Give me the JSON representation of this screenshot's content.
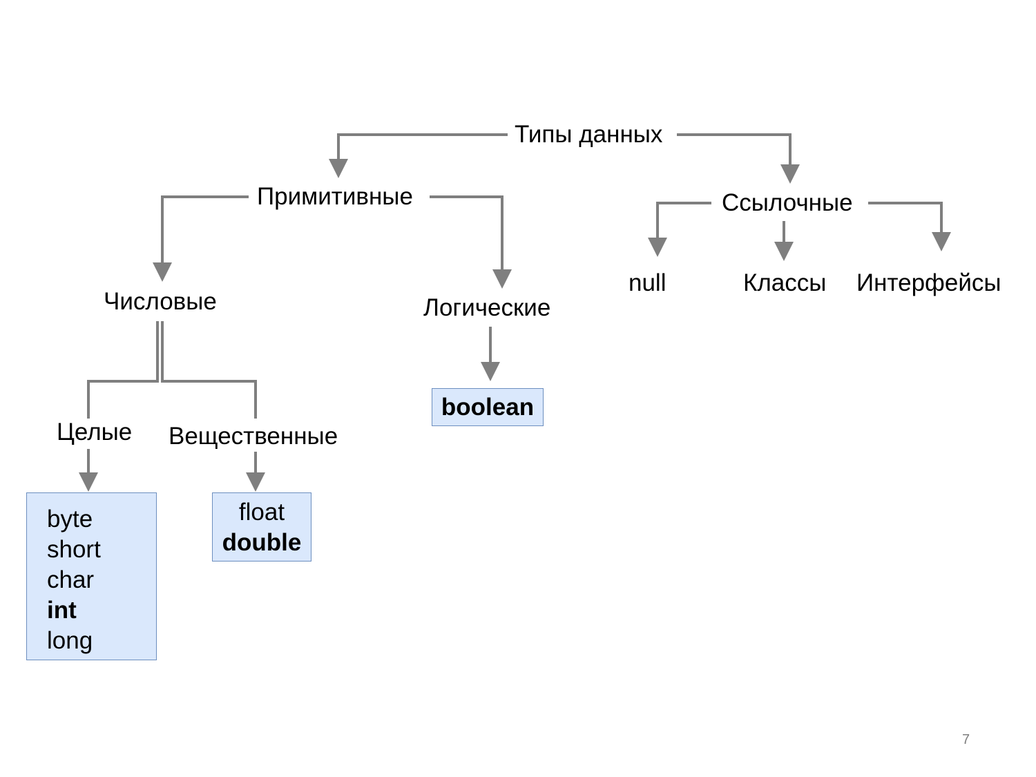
{
  "root": "Типы данных",
  "primitive": {
    "label": "Примитивные",
    "numeric": {
      "label": "Числовые",
      "integer": {
        "label": "Целые",
        "types": [
          {
            "name": "byte",
            "bold": false
          },
          {
            "name": "short",
            "bold": false
          },
          {
            "name": "char",
            "bold": false
          },
          {
            "name": "int",
            "bold": true
          },
          {
            "name": "long",
            "bold": false
          }
        ]
      },
      "real": {
        "label": "Вещественные",
        "types": [
          {
            "name": "float",
            "bold": false
          },
          {
            "name": "double",
            "bold": true
          }
        ]
      }
    },
    "logical": {
      "label": "Логические",
      "types": [
        {
          "name": "boolean",
          "bold": true
        }
      ]
    }
  },
  "reference": {
    "label": "Ссылочные",
    "children": [
      "null",
      "Классы",
      "Интерфейсы"
    ]
  },
  "page_number": "7",
  "colors": {
    "arrow": "#7f7f7f",
    "box_fill": "#dae8fc",
    "box_border": "#6c8ebf"
  }
}
